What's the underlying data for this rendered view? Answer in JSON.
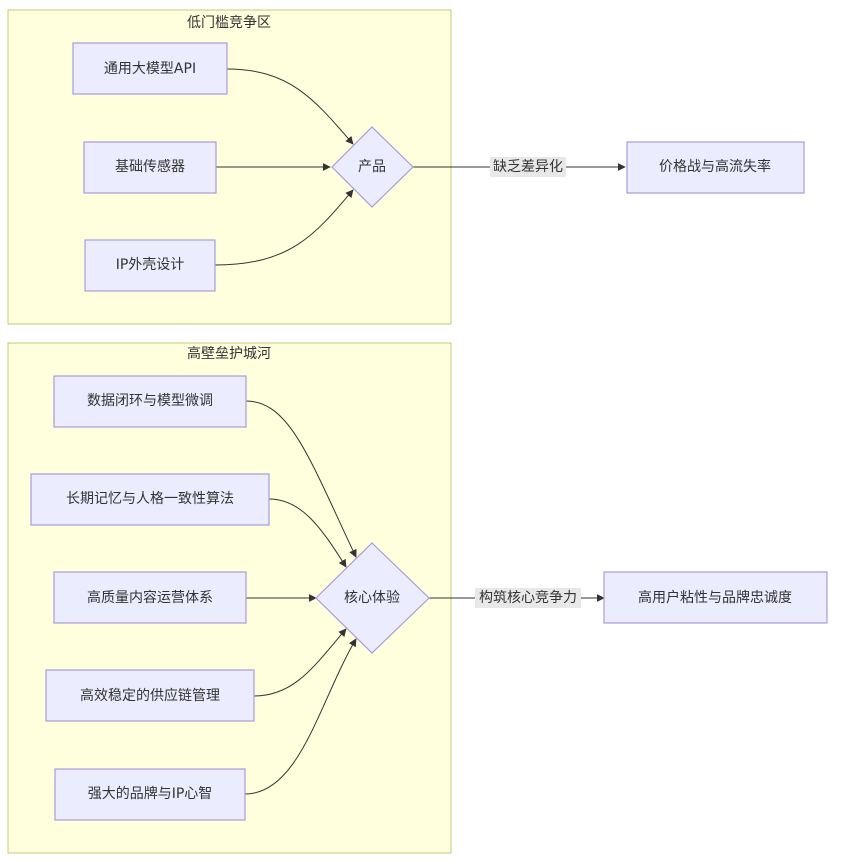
{
  "diagram": {
    "type": "flowchart",
    "clusters": [
      {
        "id": "low",
        "title": "低门槛竞争区"
      },
      {
        "id": "high",
        "title": "高壁垒护城河"
      }
    ],
    "nodes": {
      "api": "通用大模型API",
      "sensor": "基础传感器",
      "ip_design": "IP外壳设计",
      "product": "产品",
      "price_war": "价格战与高流失率",
      "data_loop": "数据闭环与模型微调",
      "memory": "长期记忆与人格一致性算法",
      "content": "高质量内容运营体系",
      "supply": "高效稳定的供应链管理",
      "brand": "强大的品牌与IP心智",
      "core": "核心体验",
      "loyalty": "高用户粘性与品牌忠诚度"
    },
    "edges": [
      {
        "from": "api",
        "to": "product",
        "label": ""
      },
      {
        "from": "sensor",
        "to": "product",
        "label": ""
      },
      {
        "from": "ip_design",
        "to": "product",
        "label": ""
      },
      {
        "from": "product",
        "to": "price_war",
        "label": "缺乏差异化"
      },
      {
        "from": "data_loop",
        "to": "core",
        "label": ""
      },
      {
        "from": "memory",
        "to": "core",
        "label": ""
      },
      {
        "from": "content",
        "to": "core",
        "label": ""
      },
      {
        "from": "supply",
        "to": "core",
        "label": ""
      },
      {
        "from": "brand",
        "to": "core",
        "label": ""
      },
      {
        "from": "core",
        "to": "loyalty",
        "label": "构筑核心竞争力"
      }
    ],
    "colors": {
      "cluster_fill": "#ffffde",
      "cluster_stroke": "#c7c77a",
      "node_fill": "#ececff",
      "node_stroke": "#a99bdc",
      "edge": "#333333",
      "edge_label_bg": "#e8e8e8"
    }
  }
}
